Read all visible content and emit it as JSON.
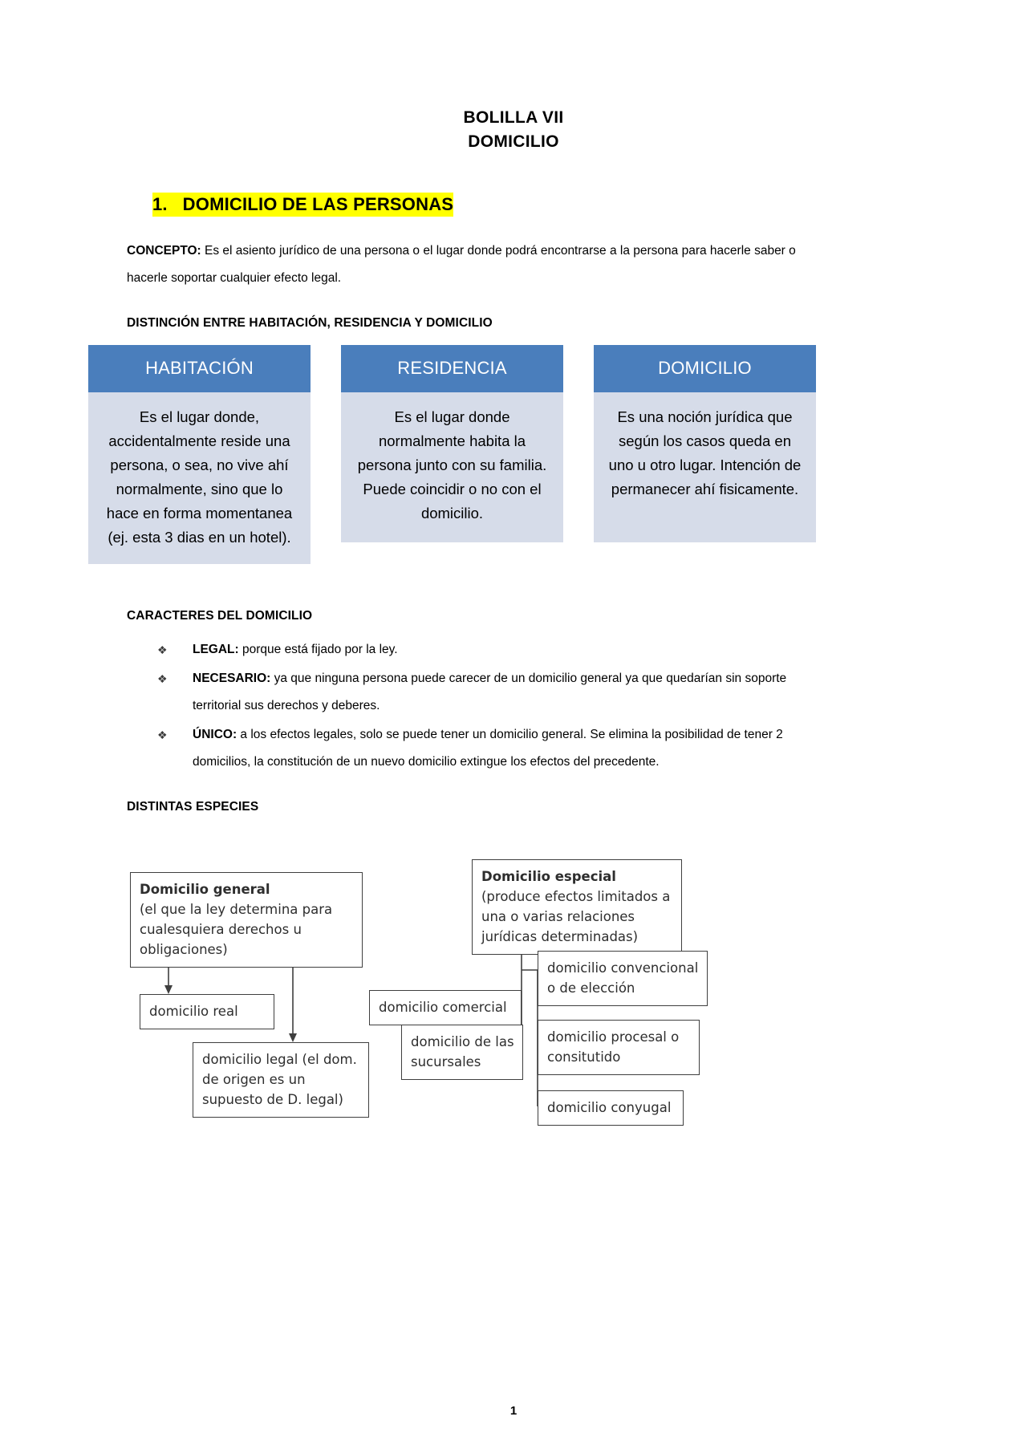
{
  "document": {
    "title": "BOLILLA VII",
    "subtitle": "DOMICILIO",
    "page_number": "1",
    "highlight_color": "#ffff00",
    "accent_header_color": "#4a7ebc",
    "accent_body_color": "#d6dce9"
  },
  "section": {
    "number_label": "1.",
    "heading": "1.   DOMICILIO DE LAS PERSONAS"
  },
  "concepto": {
    "label": "CONCEPTO:",
    "text": " Es el asiento jurídico de una persona o el lugar donde podrá encontrarse a la persona para hacerle saber o hacerle soportar cualquier efecto legal."
  },
  "distincion": {
    "heading": "DISTINCIÓN ENTRE HABITACIÓN, RESIDENCIA Y DOMICILIO",
    "columns": [
      {
        "header": "HABITACIÓN",
        "body": "Es el lugar donde, accidentalmente reside una persona, o sea, no vive ahí normalmente, sino que lo hace en forma momentanea (ej. esta 3 dias en un hotel)."
      },
      {
        "header": "RESIDENCIA",
        "body": "Es el lugar donde normalmente habita la persona junto con su familia. Puede coincidir o no con el domicilio."
      },
      {
        "header": "DOMICILIO",
        "body": "Es una noción jurídica que según los casos queda en uno u otro lugar. Intención de permanecer ahí fisicamente."
      }
    ]
  },
  "caracteres": {
    "heading": "CARACTERES DEL DOMICILIO",
    "bullet_glyph": "❖",
    "items": [
      {
        "label": "LEGAL:",
        "text": " porque está fijado por la ley."
      },
      {
        "label": "NECESARIO:",
        "text": " ya que ninguna persona puede carecer de un domicilio general ya que quedarían sin soporte territorial sus derechos y deberes."
      },
      {
        "label": "ÚNICO:",
        "text": " a los efectos legales, solo se puede tener un domicilio general. Se elimina la posibilidad de tener 2 domicilios, la constitución de un nuevo domicilio extingue los efectos del precedente."
      }
    ]
  },
  "especies": {
    "heading": "DISTINTAS ESPECIES",
    "diagram": {
      "nodes": [
        {
          "id": "domicilio-general",
          "line1": "Domicilio general",
          "line2": "(el que la ley determina para cualesquiera derechos u obligaciones)"
        },
        {
          "id": "domicilio-real",
          "line1": "domicilio real",
          "line2": ""
        },
        {
          "id": "domicilio-legal",
          "line1": "domicilio legal (el dom. de origen es un supuesto de D. legal)",
          "line2": ""
        },
        {
          "id": "domicilio-especial",
          "line1": "Domicilio especial",
          "line2": "(produce efectos limitados a una o varias relaciones jurídicas determinadas)"
        },
        {
          "id": "domicilio-comercial",
          "line1": "domicilio comercial",
          "line2": ""
        },
        {
          "id": "domicilio-sucursales",
          "line1": "domicilio de las sucursales",
          "line2": ""
        },
        {
          "id": "domicilio-convencional",
          "line1": "domicilio convencional o de elección",
          "line2": ""
        },
        {
          "id": "domicilio-procesal",
          "line1": "domicilio procesal o consitutido",
          "line2": ""
        },
        {
          "id": "domicilio-conyugal",
          "line1": "domicilio conyugal",
          "line2": ""
        }
      ]
    }
  }
}
